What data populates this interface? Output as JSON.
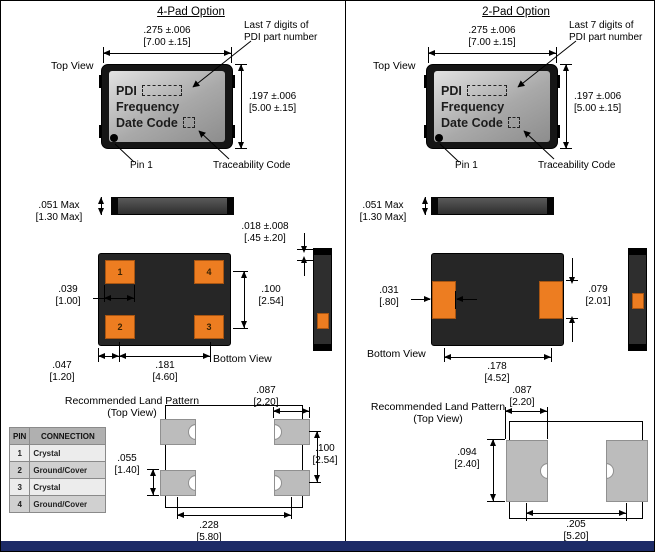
{
  "meta": {
    "footer_color": "#1d2b67",
    "pad_color": "#ed7d21",
    "land_pad_color": "#bcbcbc"
  },
  "left": {
    "title": "4-Pad Option",
    "top_view": "Top View",
    "bottom_view": "Bottom View",
    "note_line1": "Last 7 digits of",
    "note_line2": "PDI part number",
    "dim_width_in": ".275 ±.006",
    "dim_width_mm": "[7.00 ±.15]",
    "dim_height_in": ".197 ±.006",
    "dim_height_mm": "[5.00 ±.15]",
    "pkg": {
      "line1": "PDI",
      "line2": "Frequency",
      "line3": "Date Code"
    },
    "pin1": "Pin 1",
    "traceability": "Traceability Code",
    "dim_thick_in": ".051 Max",
    "dim_thick_mm": "[1.30 Max]",
    "dim_padthick_in": ".018 ±.008",
    "dim_padthick_mm": "[.45 ±.20]",
    "dim_padw_in": ".039",
    "dim_padw_mm": "[1.00]",
    "dim_pitchv_in": ".100",
    "dim_pitchv_mm": "[2.54]",
    "dim_edge_in": ".047",
    "dim_edge_mm": "[1.20]",
    "dim_pitchh_in": ".181",
    "dim_pitchh_mm": "[4.60]",
    "land_title1": "Recommended Land Pattern",
    "land_title2": "(Top View)",
    "dim_landw_in": ".087",
    "dim_landw_mm": "[2.20]",
    "dim_landh_in": ".055",
    "dim_landh_mm": "[1.40]",
    "dim_landpitchv_in": ".100",
    "dim_landpitchv_mm": "[2.54]",
    "dim_landpitchh_in": ".228",
    "dim_landpitchh_mm": "[5.80]",
    "pads": {
      "p1": "1",
      "p2": "2",
      "p3": "3",
      "p4": "4"
    },
    "table": {
      "h_pin": "PIN",
      "h_conn": "CONNECTION",
      "rows": [
        {
          "pin": "1",
          "conn": "Crystal"
        },
        {
          "pin": "2",
          "conn": "Ground/Cover"
        },
        {
          "pin": "3",
          "conn": "Crystal"
        },
        {
          "pin": "4",
          "conn": "Ground/Cover"
        }
      ]
    }
  },
  "right": {
    "title": "2-Pad Option",
    "top_view": "Top View",
    "bottom_view": "Bottom View",
    "note_line1": "Last 7 digits of",
    "note_line2": "PDI part number",
    "dim_width_in": ".275 ±.006",
    "dim_width_mm": "[7.00 ±.15]",
    "dim_height_in": ".197 ±.006",
    "dim_height_mm": "[5.00 ±.15]",
    "pkg": {
      "line1": "PDI",
      "line2": "Frequency",
      "line3": "Date Code"
    },
    "pin1": "Pin 1",
    "traceability": "Traceability Code",
    "dim_thick_in": ".051 Max",
    "dim_thick_mm": "[1.30 Max]",
    "dim_padw_in": ".031",
    "dim_padw_mm": "[.80]",
    "dim_padh_in": ".079",
    "dim_padh_mm": "[2.01]",
    "dim_pitchh_in": ".178",
    "dim_pitchh_mm": "[4.52]",
    "land_title1": "Recommended Land Pattern",
    "land_title2": "(Top View)",
    "dim_landw_in": ".087",
    "dim_landw_mm": "[2.20]",
    "dim_landh_in": ".094",
    "dim_landh_mm": "[2.40]",
    "dim_landpitch_in": ".205",
    "dim_landpitch_mm": "[5.20]"
  }
}
